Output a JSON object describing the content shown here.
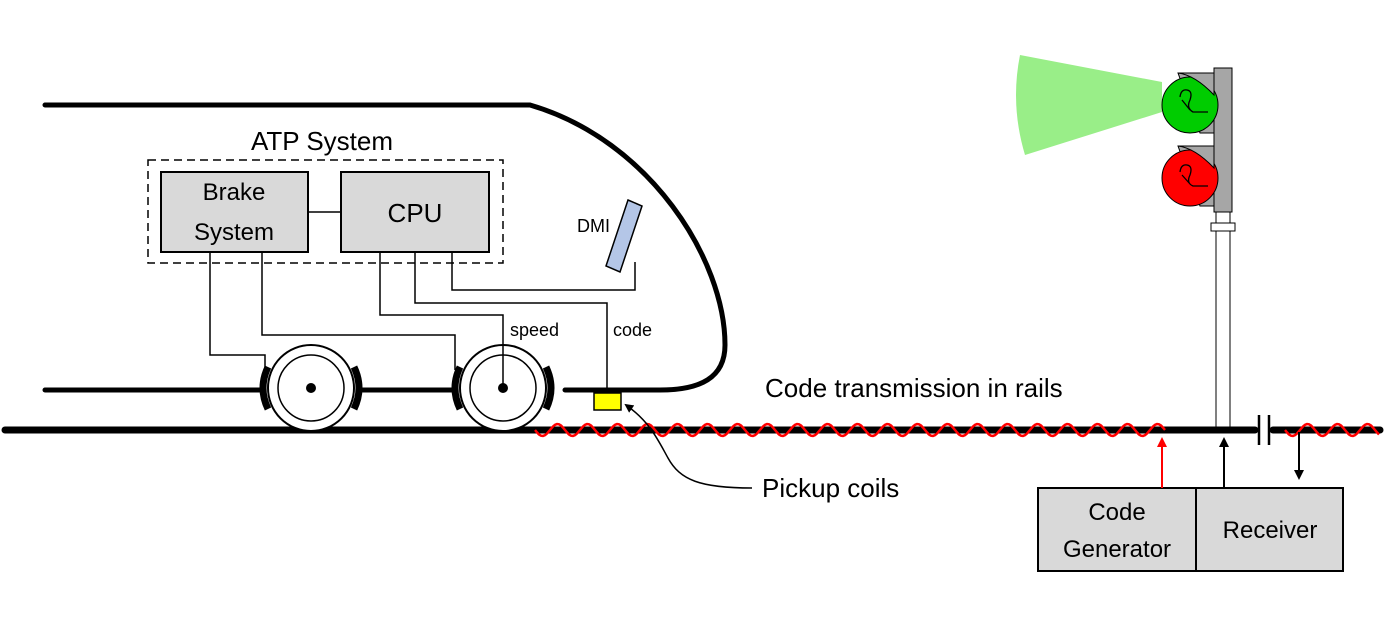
{
  "labels": {
    "atp_system": "ATP System",
    "brake_system_line1": "Brake",
    "brake_system_line2": "System",
    "cpu": "CPU",
    "dmi": "DMI",
    "speed": "speed",
    "code": "code",
    "code_transmission": "Code transmission in rails",
    "pickup_coils": "Pickup coils",
    "code_generator_line1": "Code",
    "code_generator_line2": "Generator",
    "receiver": "Receiver"
  },
  "colors": {
    "box_fill": "#d9d9d9",
    "code_signal": "#ff0000",
    "pickup_coil": "#ffff00",
    "dmi_screen": "#b4c6e7",
    "signal_green": "#00cc00",
    "signal_red": "#ff0000",
    "light_beam": "#99ee88",
    "signal_housing": "#a6a6a6"
  },
  "signal": {
    "active_aspect": "green"
  }
}
